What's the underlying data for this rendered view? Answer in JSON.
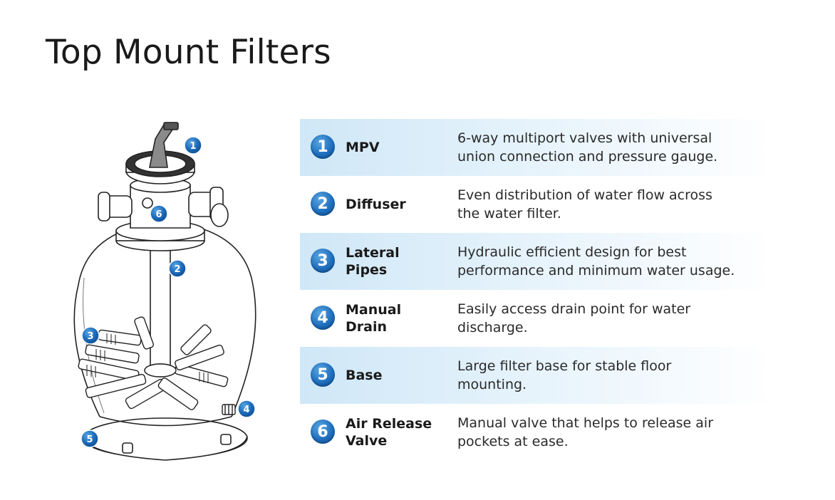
{
  "title": "Top Mount Filters",
  "components": [
    {
      "number": "1",
      "name_lines": [
        "MPV"
      ],
      "description_lines": [
        "6-way multiport valves with universal",
        "union connection and pressure gauge."
      ],
      "shaded": true
    },
    {
      "number": "2",
      "name_lines": [
        "Diffuser"
      ],
      "description_lines": [
        "Even distribution of water flow across",
        "the water filter."
      ],
      "shaded": false
    },
    {
      "number": "3",
      "name_lines": [
        "Lateral",
        "Pipes"
      ],
      "description_lines": [
        "Hydraulic efficient design for best",
        "performance and minimum water usage."
      ],
      "shaded": true
    },
    {
      "number": "4",
      "name_lines": [
        "Manual",
        "Drain"
      ],
      "description_lines": [
        "Easily access drain point for water",
        "discharge."
      ],
      "shaded": false
    },
    {
      "number": "5",
      "name_lines": [
        "Base"
      ],
      "description_lines": [
        "Large filter base for stable floor",
        "mounting."
      ],
      "shaded": true
    },
    {
      "number": "6",
      "name_lines": [
        "Air Release",
        "Valve"
      ],
      "description_lines": [
        "Manual valve that helps to release air",
        "pockets at ease."
      ],
      "shaded": false
    }
  ],
  "callouts": {
    "c1": "1",
    "c2": "2",
    "c3": "3",
    "c4": "4",
    "c5": "5",
    "c6": "6"
  },
  "colors": {
    "badge_blue": "#1f6fbe",
    "row_shade": "#cfe7f7"
  }
}
